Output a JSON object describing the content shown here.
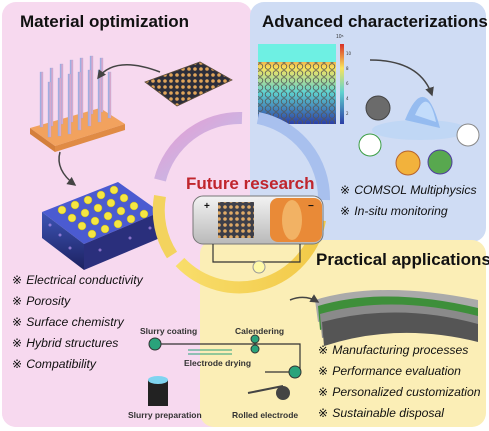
{
  "center": {
    "title": "Future research",
    "battery_plus": "+",
    "battery_minus": "−"
  },
  "material": {
    "title": "Material optimization",
    "items": [
      "Electrical conductivity",
      "Porosity",
      "Surface chemistry",
      "Hybrid structures",
      "Compatibility"
    ],
    "bullet": "※"
  },
  "advanced": {
    "title": "Advanced characterizations",
    "items": [
      "COMSOL Multiphysics",
      "In-situ monitoring"
    ],
    "bullet": "※",
    "scale_top": "10⁵"
  },
  "practical": {
    "title": "Practical applications",
    "items": [
      "Manufacturing processes",
      "Performance evaluation",
      "Personalized customization",
      "Sustainable disposal"
    ],
    "bullet": "※",
    "process_labels": {
      "slurry_coating": "Slurry coating",
      "calendering": "Calendering",
      "electrode_drying": "Electrode drying",
      "slurry_preparation": "Slurry preparation",
      "rolled_electrode": "Rolled electrode"
    }
  },
  "colors": {
    "material_bg": "#f7d9ef",
    "advanced_bg": "#cfdcf4",
    "practical_bg": "#fbeeb6",
    "title_red": "#c0262d"
  }
}
